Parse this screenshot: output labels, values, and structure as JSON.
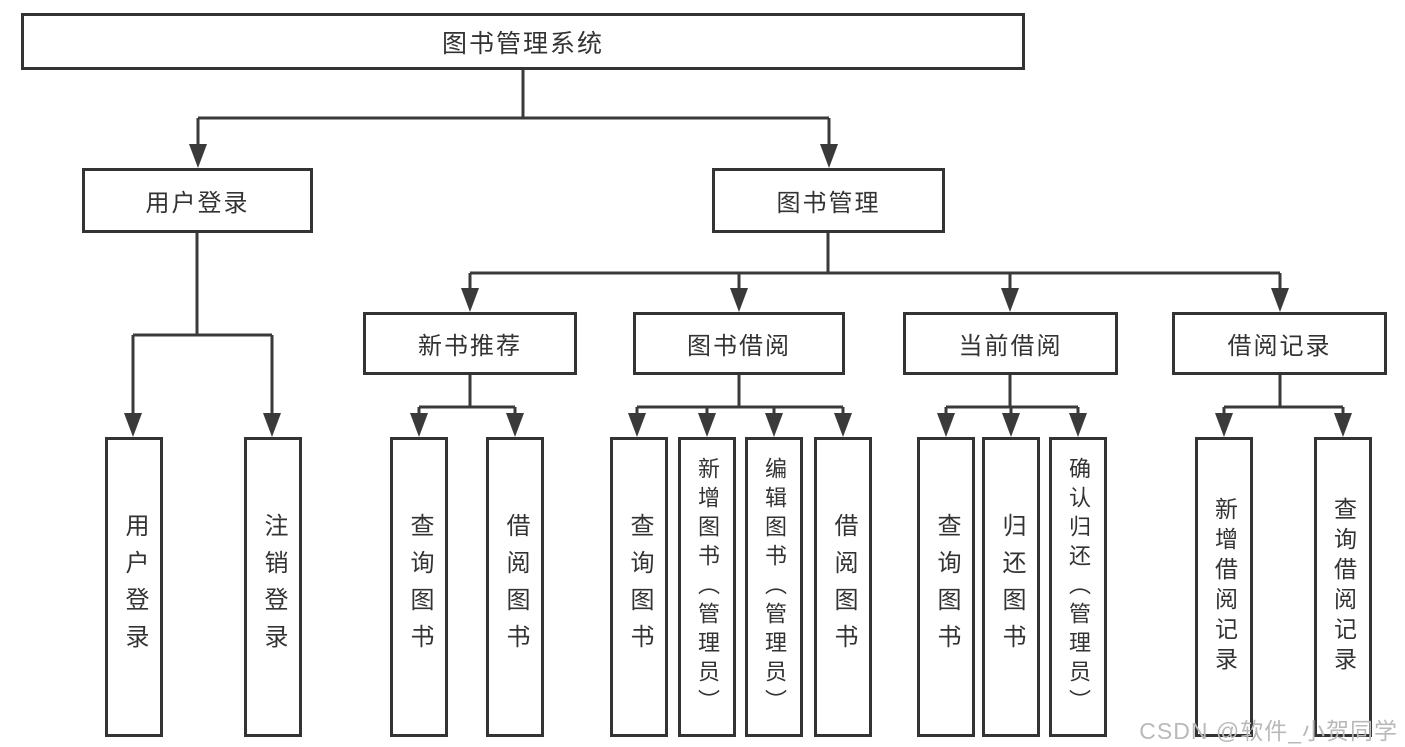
{
  "diagram_type": "hierarchy-tree",
  "tree": {
    "label": "图书管理系统",
    "children": [
      {
        "label": "用户登录",
        "children": [
          {
            "label": "用户登录"
          },
          {
            "label": "注销登录"
          }
        ]
      },
      {
        "label": "图书管理",
        "children": [
          {
            "label": "新书推荐",
            "children": [
              {
                "label": "查询图书"
              },
              {
                "label": "借阅图书"
              }
            ]
          },
          {
            "label": "图书借阅",
            "children": [
              {
                "label": "查询图书"
              },
              {
                "label": "新增图书（管理员）"
              },
              {
                "label": "编辑图书（管理员）"
              },
              {
                "label": "借阅图书"
              }
            ]
          },
          {
            "label": "当前借阅",
            "children": [
              {
                "label": "查询图书"
              },
              {
                "label": "归还图书"
              },
              {
                "label": "确认归还（管理员）"
              }
            ]
          },
          {
            "label": "借阅记录",
            "children": [
              {
                "label": "新增借阅记录"
              },
              {
                "label": "查询借阅记录"
              }
            ]
          }
        ]
      }
    ]
  },
  "watermark": {
    "text": "CSDN @软件_小贺同学"
  },
  "colors": {
    "line": "#3a3a3a",
    "box_border": "#333333",
    "box_background": "#ffffff",
    "text": "#333333",
    "watermark": "#b9b9b9"
  }
}
